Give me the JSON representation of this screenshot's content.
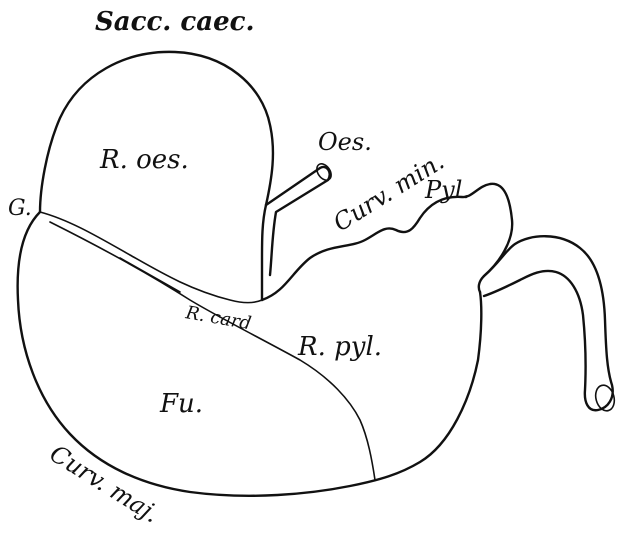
{
  "figure": {
    "labels": {
      "sacc_caec": "Sacc. caec.",
      "r_oes": "R. oes.",
      "oes": "Oes.",
      "curv_min": "Curv. min.",
      "pyl": "Pyl.",
      "g": "G.",
      "r_card": "R. card",
      "r_pyl": "R. pyl.",
      "fu": "Fu.",
      "curv_maj": "Curv. maj."
    },
    "line_color": "#111111",
    "background": "#ffffff"
  }
}
